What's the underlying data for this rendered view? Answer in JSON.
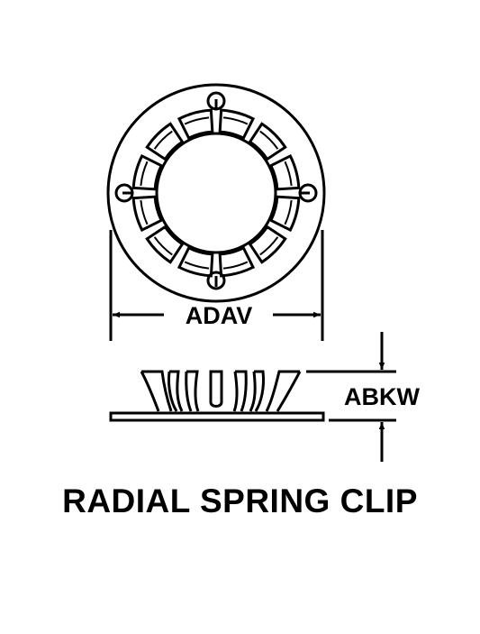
{
  "dimensions": {
    "outer_diameter_code": "ADAV",
    "height_code": "ABKW"
  },
  "part_name": "RADIAL SPRING CLIP",
  "colors": {
    "line": "#000000",
    "background": "#ffffff"
  }
}
